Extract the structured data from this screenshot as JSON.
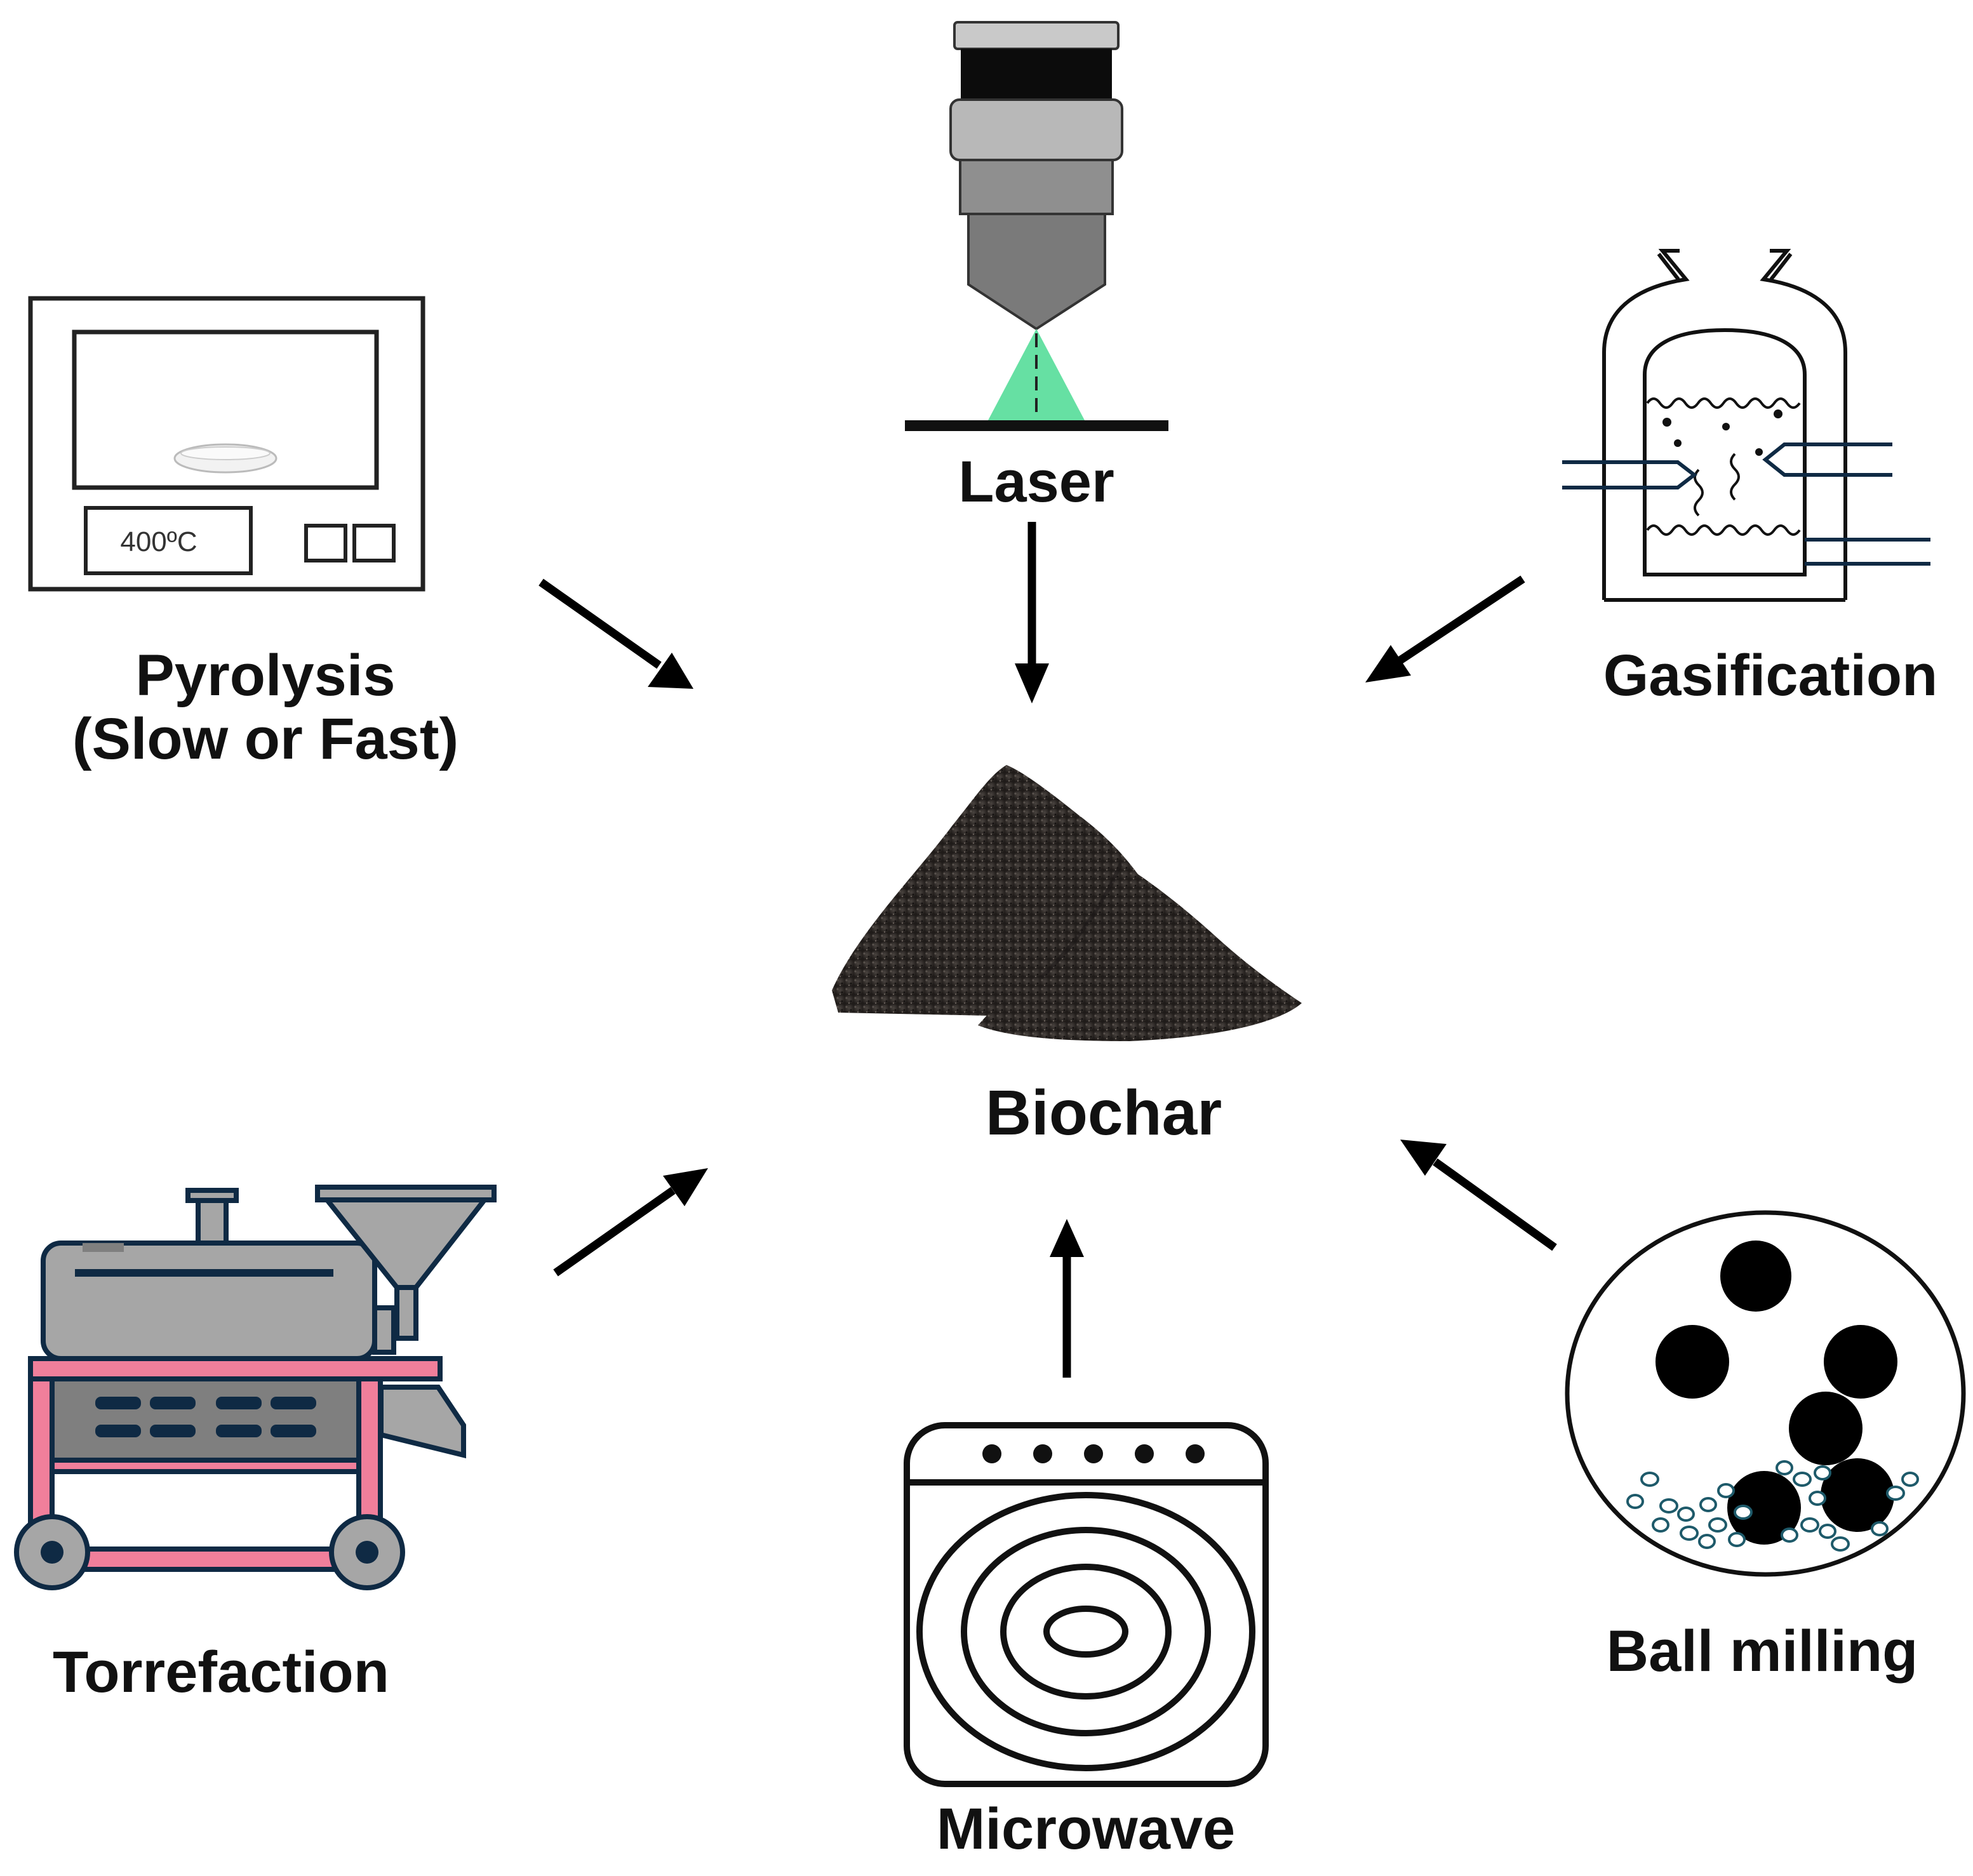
{
  "center": {
    "label": "Biochar"
  },
  "methods": {
    "pyrolysis": {
      "line1": "Pyrolysis",
      "line2": "(Slow or Fast)",
      "display": "400ºC"
    },
    "laser": {
      "label": "Laser"
    },
    "gasification": {
      "label": "Gasification"
    },
    "torrefaction": {
      "label": "Torrefaction"
    },
    "microwave": {
      "label": "Microwave"
    },
    "ball_milling": {
      "label": "Ball milling"
    }
  },
  "colors": {
    "laser_beam": "#66e0a3",
    "torrefaction_frame": "#f07f9b",
    "torrefaction_body": "#a6a6a6",
    "outline_dark": "#0f2a44",
    "biochar": "#2f2a27"
  }
}
